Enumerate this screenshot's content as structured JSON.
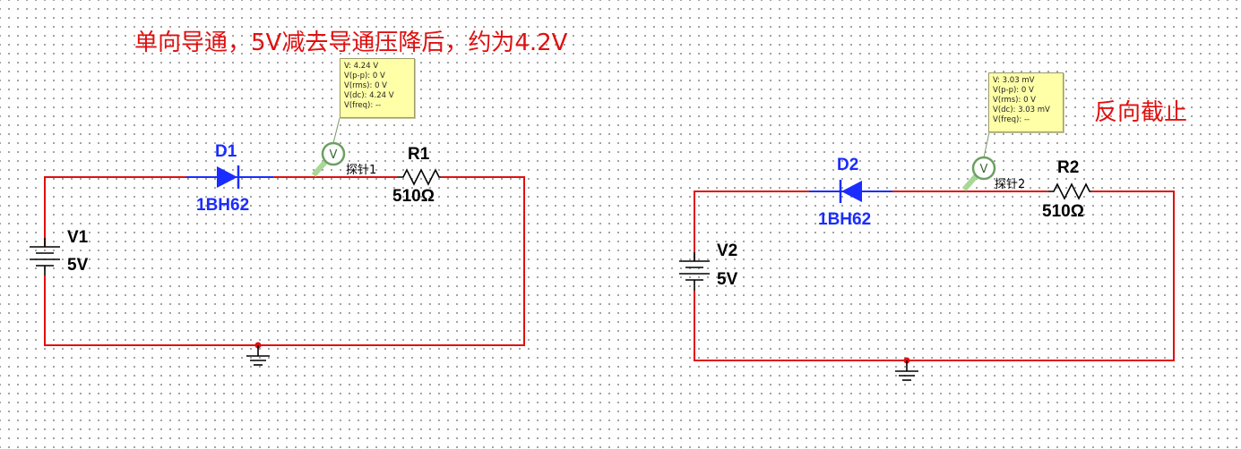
{
  "annotations": {
    "forward": "单向导通，5V减去导通压降后，约为4.2V",
    "reverse": "反向截止"
  },
  "circuit1": {
    "diode": {
      "ref": "D1",
      "model": "1BH62"
    },
    "resistor": {
      "ref": "R1",
      "value": "510Ω"
    },
    "source": {
      "ref": "V1",
      "value": "5V"
    },
    "probe": {
      "label": "探针1",
      "symbol": "V",
      "readings": [
        "V: 4.24 V",
        "V(p-p): 0 V",
        "V(rms): 0 V",
        "V(dc): 4.24 V",
        "V(freq): --"
      ]
    }
  },
  "circuit2": {
    "diode": {
      "ref": "D2",
      "model": "1BH62"
    },
    "resistor": {
      "ref": "R2",
      "value": "510Ω"
    },
    "source": {
      "ref": "V2",
      "value": "5V"
    },
    "probe": {
      "label": "探针2",
      "symbol": "V",
      "readings": [
        "V: 3.03 mV",
        "V(p-p): 0 V",
        "V(rms): 0 V",
        "V(dc): 3.03 mV",
        "V(freq): --"
      ]
    }
  },
  "colors": {
    "wire": "#e01010",
    "diode": "#1a2cff",
    "probe_box": "#ffffa8",
    "probe_ring": "#6aa060",
    "annotation": "#e01010"
  }
}
